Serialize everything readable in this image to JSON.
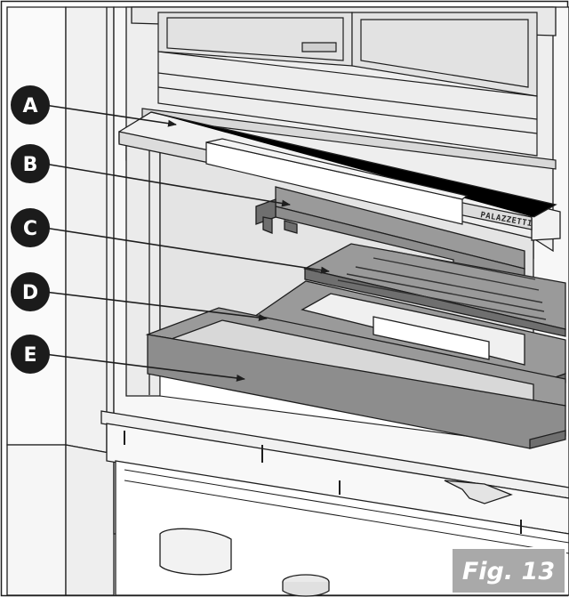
{
  "figure": {
    "caption": "Fig. 13",
    "brand_mark": "PALAZZETTI",
    "colors": {
      "part_fill": "#8d8d8d",
      "part_top": "#9a9a9a",
      "part_dark": "#6f6f6f",
      "interior": "#e4e4e4",
      "frame_light": "#f3f3f3",
      "line": "#1e1e1e",
      "callout": "#1b1b1b",
      "caption_box": "#a9a9a9"
    }
  },
  "callouts": [
    {
      "letter": "A"
    },
    {
      "letter": "B"
    },
    {
      "letter": "C"
    },
    {
      "letter": "D"
    },
    {
      "letter": "E"
    }
  ]
}
